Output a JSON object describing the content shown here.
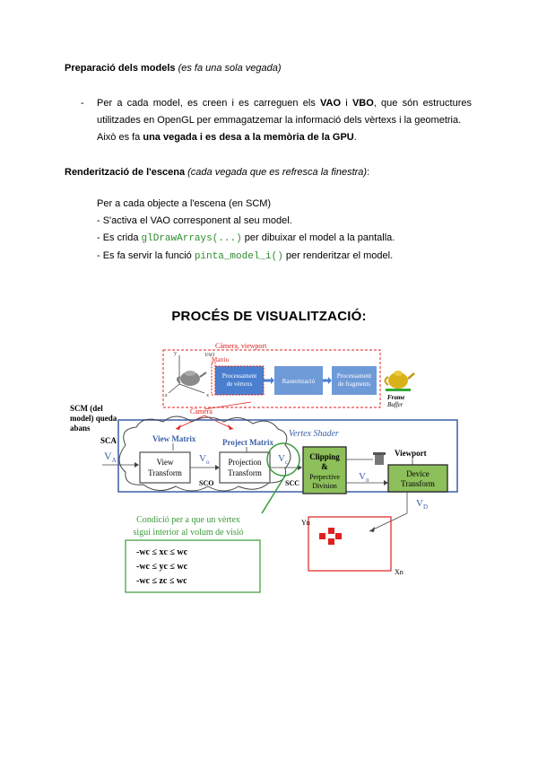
{
  "section1": {
    "heading": "Preparació dels models",
    "heading_note": "(es fa una sola vegada)",
    "bullet_dash": "-",
    "p_pre1": "Per a cada model, es creen i es carreguen els ",
    "vao": "VAO",
    "p_i": " i ",
    "vbo": "VBO",
    "p_post1": ", que són estructures",
    "line2": "utilitzades en OpenGL per emmagatzemar la informació dels vèrtexs i la geometria.",
    "line3_pre": "Això es fa ",
    "line3_bold": "una vegada i es desa a la memòria de la GPU",
    "line3_post": "."
  },
  "section2": {
    "heading": "Renderització de l'escena",
    "heading_note": "(cada vegada que es refresca la finestra)",
    "heading_colon": ":",
    "line1": "Per a cada objecte a l'escena (en SCM)",
    "line2": "- S'activa el VAO corresponent al seu model.",
    "line3_pre": "- Es crida ",
    "line3_code": "glDrawArrays(...)",
    "line3_post": " per dibuixar el model a la pantalla.",
    "line4_pre": "- Es fa servir la funció ",
    "line4_code": "pinta_model_i()",
    "line4_post": " per renderitzar el model."
  },
  "diagram": {
    "title": "PROCÉS DE VISUALITZACIÓ:",
    "top": {
      "camera_viewport": "Càmera, viewport",
      "vao": "VAO",
      "matriu": "Matriu",
      "proc_vertex_1": "Processament",
      "proc_vertex_2": "de vèrtexs",
      "raster": "Rasterització",
      "proc_frag_1": "Processament",
      "proc_frag_2": "de fragments",
      "frame_1": "Frame",
      "frame_2": "Buffer",
      "axis_x": "x",
      "axis_y": "y",
      "axis_z": "z"
    },
    "scm_label_1": "SCM (del",
    "scm_label_2": "model) queda",
    "scm_label_3": "abans",
    "sca": "SCA",
    "camera": "Càmera",
    "vertex_shader": "Vertex Shader",
    "view_matrix": "View Matrix",
    "project_matrix": "Project Matrix",
    "view_transform_1": "View",
    "view_transform_2": "Transform",
    "projection_1": "Projection",
    "projection_2": "Transform",
    "clipping_1": "Clipping",
    "clipping_2": "&",
    "clipping_3": "Perpective",
    "clipping_4": "Division",
    "viewport": "Viewport",
    "device_1": "Device",
    "device_2": "Transform",
    "va": "V",
    "va_sub": "A",
    "vo": "V",
    "vo_sub": "o",
    "vc": "V",
    "vc_sub": "c",
    "vn": "V",
    "vn_sub": "n",
    "vd": "V",
    "vd_sub": "D",
    "sco": "SCO",
    "scc": "SCC",
    "condition_1": "Condició per a que un vèrtex",
    "condition_2": "sigui interior al volum de visió",
    "ineq_1": "-wc ≤ xc ≤ wc",
    "ineq_2": "-wc ≤ yc ≤ wc",
    "ineq_3": "-wc ≤ zc ≤ wc",
    "plot_y": "Yn",
    "plot_x": "Xn"
  },
  "colors": {
    "red": "#e02020",
    "blue": "#3a5fa8",
    "green_box": "#8dbf5a",
    "green_text": "#3a9a3a",
    "process_box": "#4a7fd0"
  }
}
